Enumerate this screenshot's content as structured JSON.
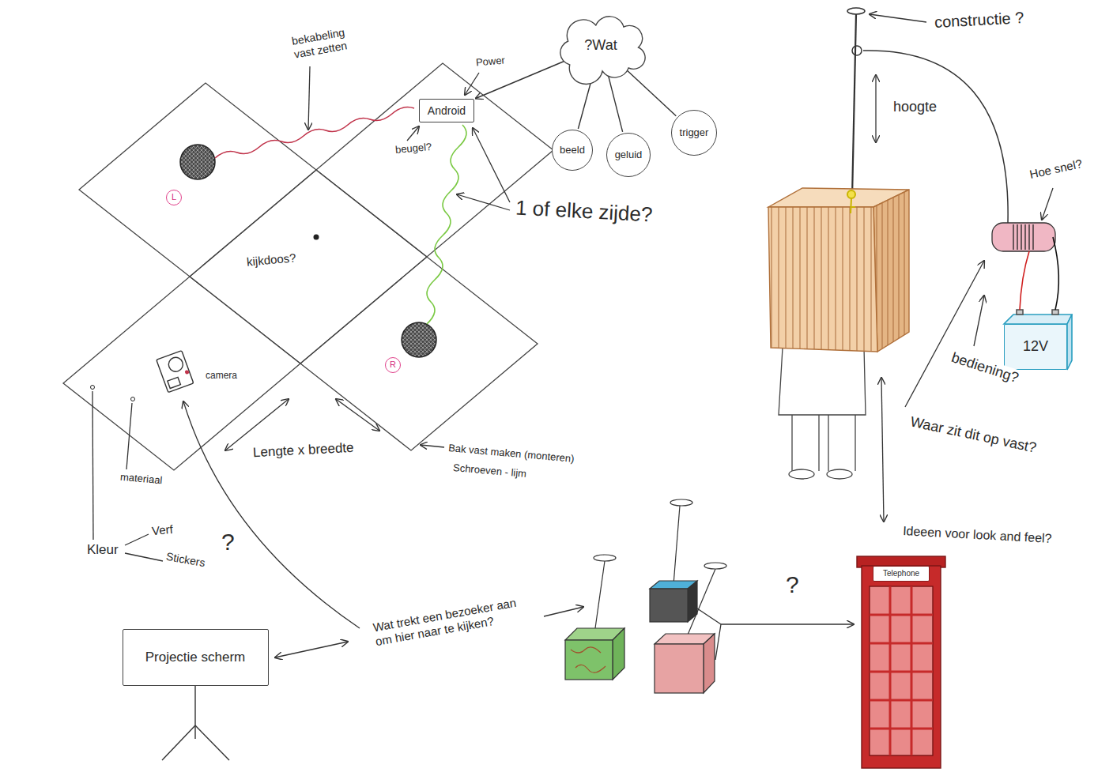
{
  "diagram": {
    "nodes": [
      {
        "text": [
          "Android"
        ]
      },
      {
        "text": [
          "?Wat"
        ]
      },
      {
        "text": [
          "beeld"
        ]
      },
      {
        "text": [
          "geluid"
        ]
      },
      {
        "text": [
          "trigger"
        ]
      },
      {
        "text": [
          "L"
        ]
      },
      {
        "text": [
          "12V"
        ]
      },
      {
        "text": [
          "R"
        ]
      },
      {
        "text": [
          "Telephone"
        ]
      },
      {
        "text": [
          "Projectie scherm"
        ]
      }
    ],
    "edges": [
      {
        "from": 1,
        "to": 0,
        "arrow": "to"
      },
      {
        "from": 1,
        "to": 2,
        "arrow": "none"
      },
      {
        "from": 1,
        "to": 3,
        "arrow": "none"
      },
      {
        "from": 1,
        "to": 4,
        "arrow": "none"
      }
    ],
    "labels": [
      "constructie ?",
      "bekabeling vast zetten",
      "Power",
      "hoogte",
      "beugel?",
      "Hoe snel?",
      "1 of elke zijde?",
      "kijkdoos?",
      "camera",
      "bediening?",
      "Lengte x breedte",
      "Waar zit dit op vast?",
      "Bak vast maken (monteren)",
      "Schroeven - lijm",
      "materiaal",
      "Verf",
      "Kleur",
      "?",
      "Stickers",
      "Ideeen voor look and feel?",
      "Wat trekt een bezoeker aan om hier naar te kijken?",
      "?"
    ]
  }
}
